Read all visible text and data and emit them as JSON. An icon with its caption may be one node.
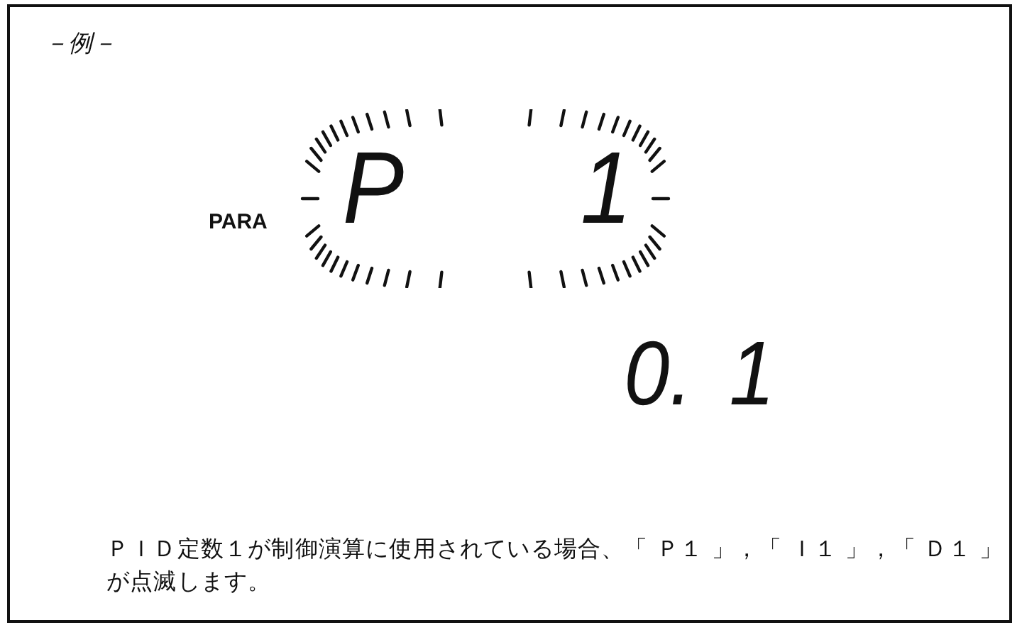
{
  "diagram": {
    "title": "－例－",
    "labels": [
      "PARA",
      "P",
      "1",
      "0.",
      "1"
    ],
    "caption": "ＰＩＤ定数１が制御演算に使用されている場合、「 Ｐ１ 」，「 Ｉ１ 」，「 Ｄ１ 」が点滅します。"
  }
}
